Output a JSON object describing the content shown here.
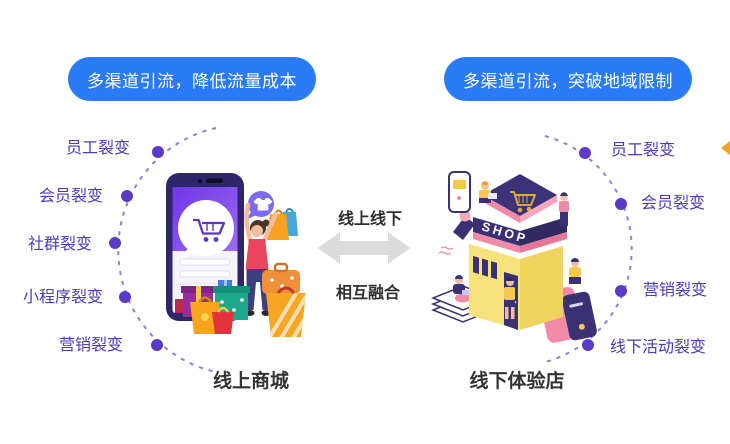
{
  "banners": {
    "left": {
      "text": "多渠道引流，降低流量成本"
    },
    "right": {
      "text": "多渠道引流，突破地域限制"
    }
  },
  "left_section": {
    "labels": [
      "员工裂变",
      "会员裂变",
      "社群裂变",
      "小程序裂变",
      "营销裂变"
    ],
    "caption": "线上商城"
  },
  "right_section": {
    "labels": [
      "员工裂变",
      "会员裂变",
      "营销裂变",
      "线下活动裂变"
    ],
    "caption": "线下体验店",
    "shop_sign": "SHOP"
  },
  "center": {
    "line1": "线上线下",
    "line2": "相互融合"
  },
  "colors": {
    "banner_blue": "#2b7bf6",
    "label_purple": "#4a3ac0",
    "dot_purple": "#5b3ac8",
    "dash_purple": "#8d7fd6",
    "arrow_gray": "#dbdbdb",
    "caption_dark": "#333333",
    "accent_orange": "#f5a31d"
  },
  "icons": {
    "left_illustration": "smartphone-shopping-illustration",
    "right_illustration": "isometric-shop-illustration",
    "cart_bubble": "shopping-cart-icon",
    "tshirt_bubble": "tshirt-icon",
    "roof_cart": "shopping-cart-icon",
    "center_arrow": "double-arrow-icon"
  }
}
